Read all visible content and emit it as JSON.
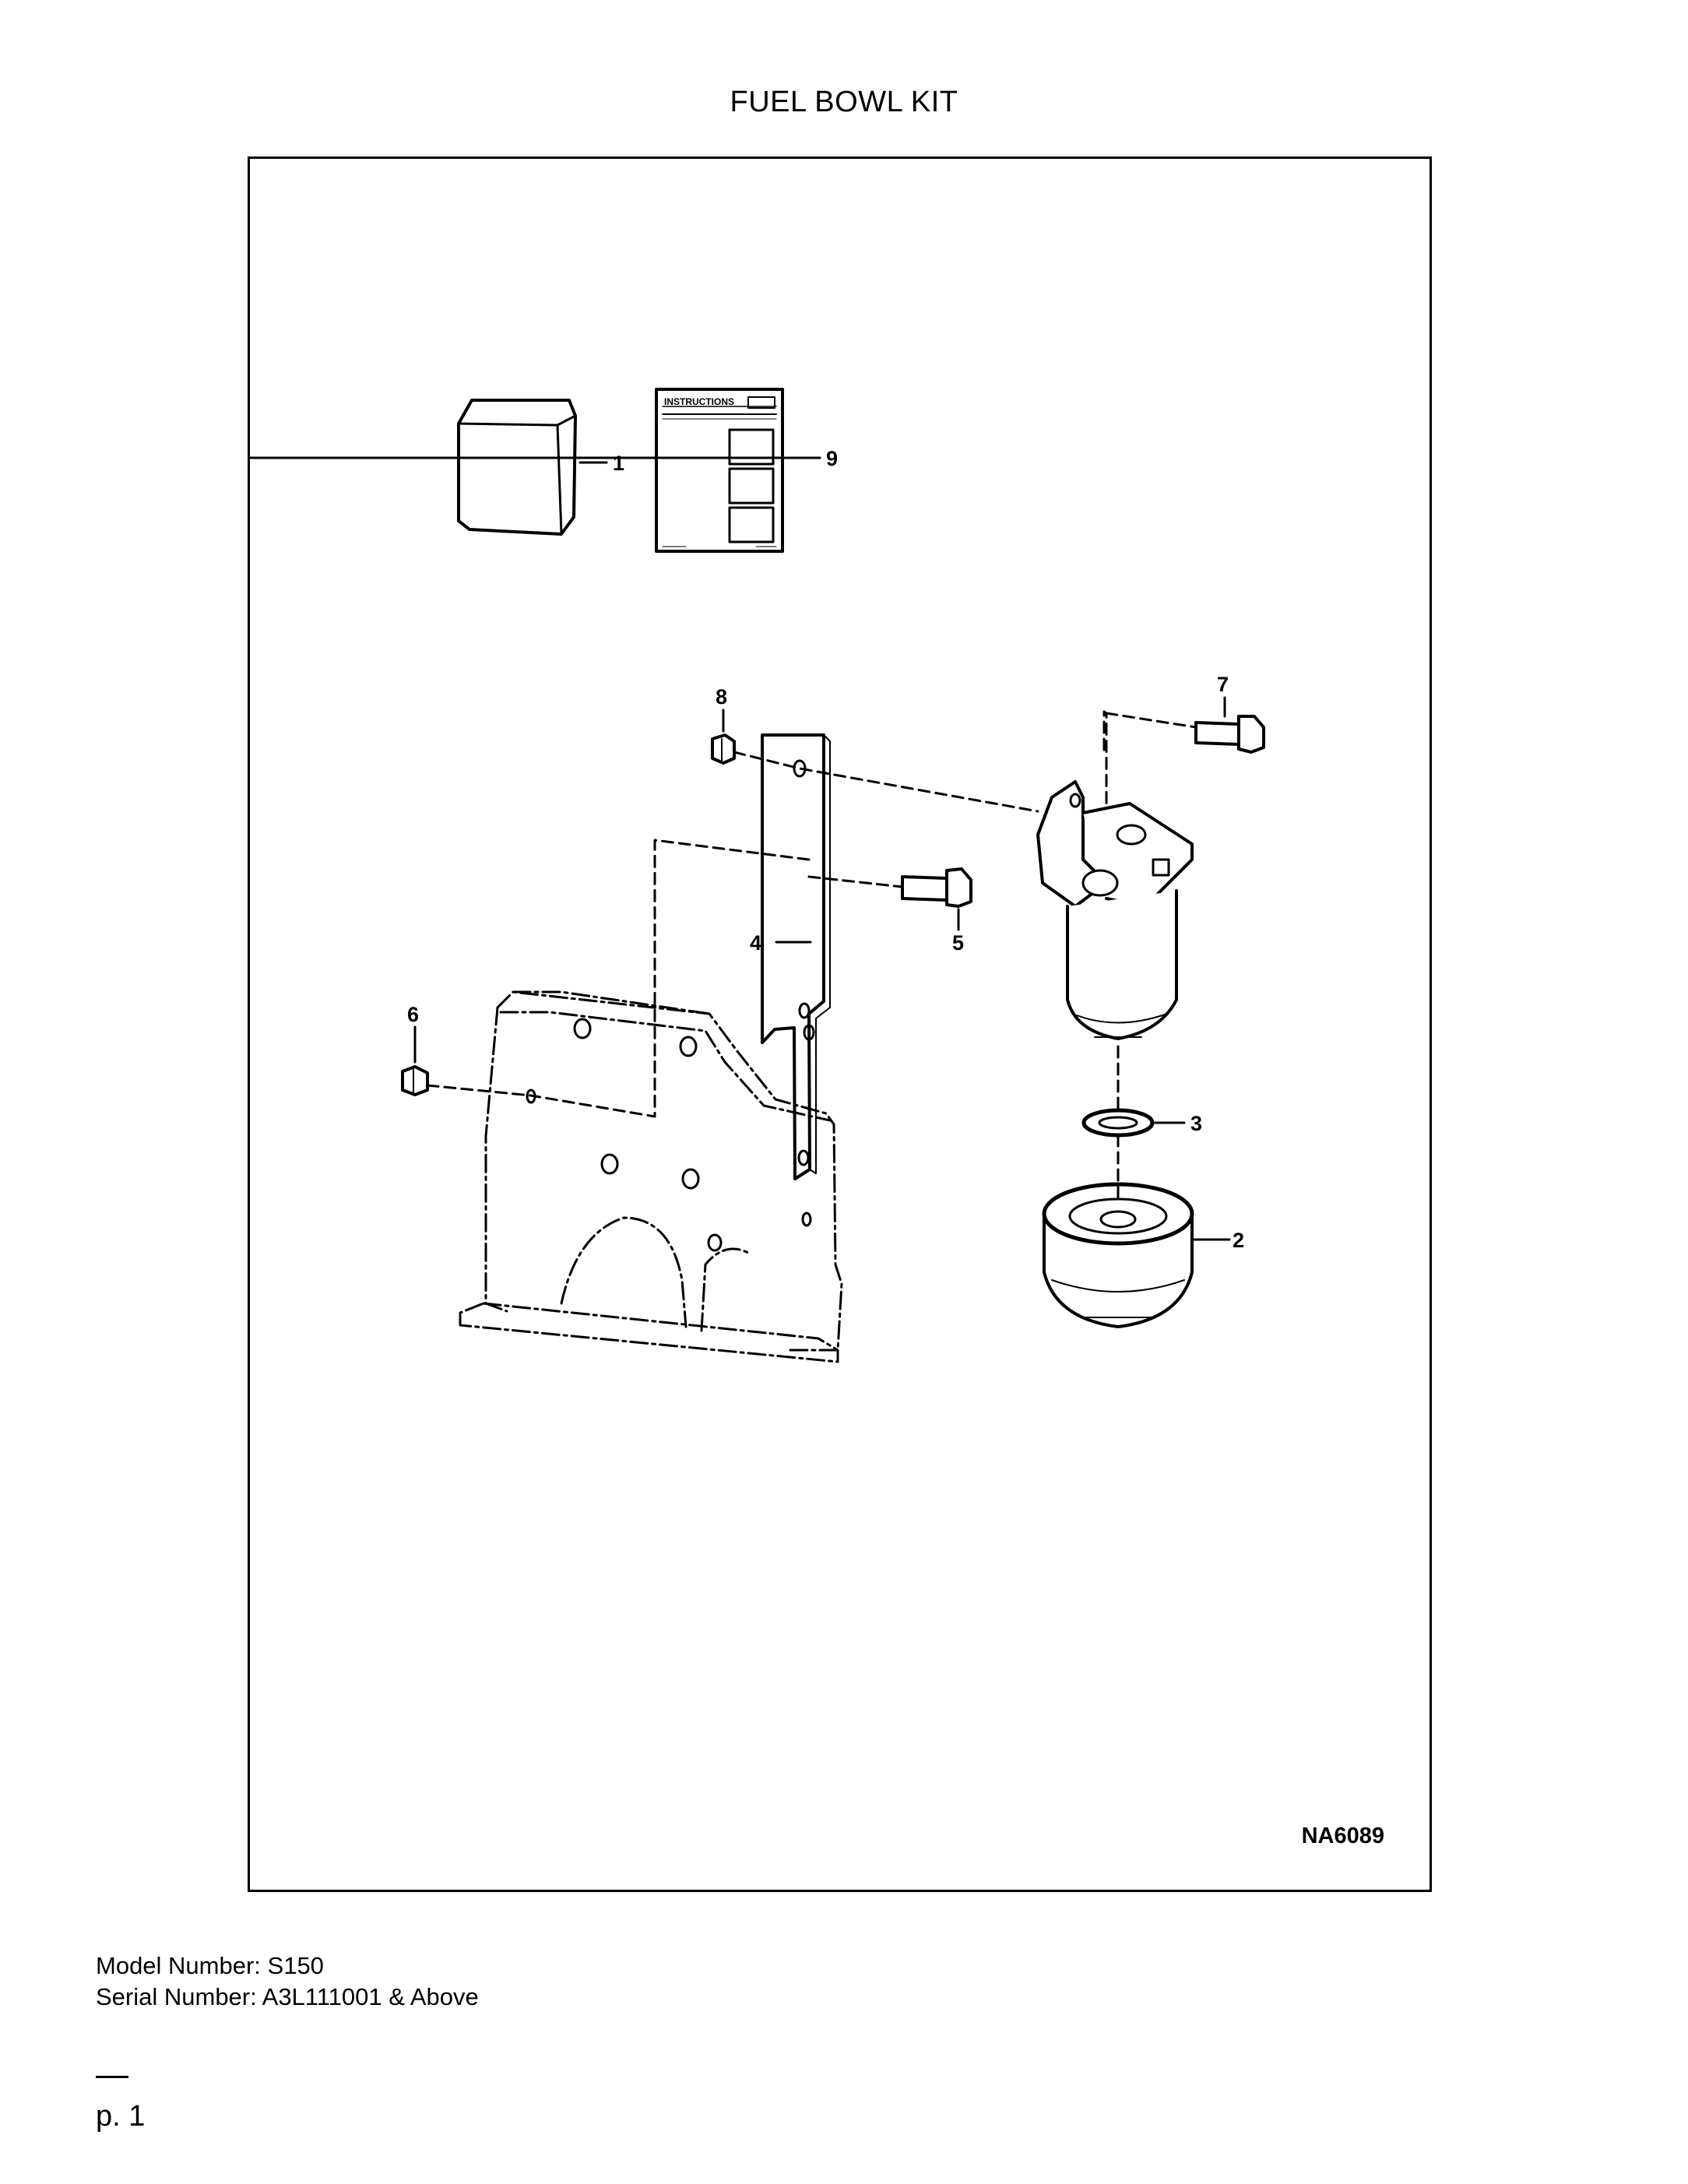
{
  "title": "FUEL BOWL KIT",
  "figure_code": "NA6089",
  "instructions_text": "INSTRUCTIONS",
  "callouts": [
    "1",
    "2",
    "3",
    "4",
    "5",
    "6",
    "7",
    "8",
    "9"
  ],
  "footer": {
    "model": "Model Number: S150",
    "serial": "Serial Number: A3L111001 & Above"
  },
  "page": "p. 1"
}
